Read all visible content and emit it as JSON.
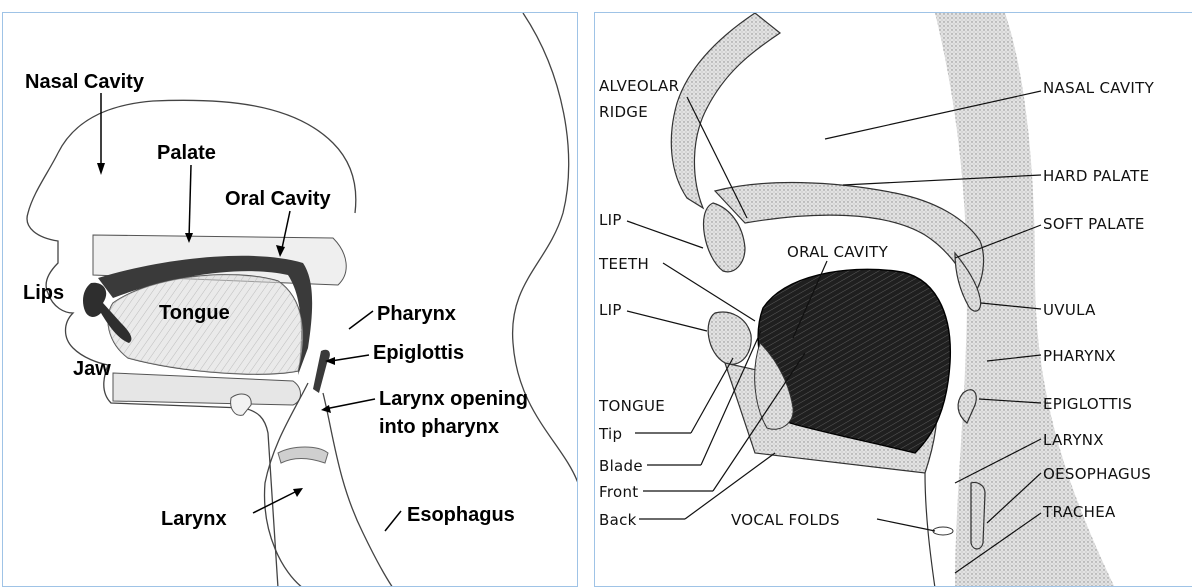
{
  "left_diagram": {
    "labels": {
      "nasal_cavity": "Nasal Cavity",
      "palate": "Palate",
      "oral_cavity": "Oral Cavity",
      "lips": "Lips",
      "tongue": "Tongue",
      "pharynx": "Pharynx",
      "jaw": "Jaw",
      "epiglottis": "Epiglottis",
      "larynx_opening_line1": "Larynx opening",
      "larynx_opening_line2": "into pharynx",
      "larynx": "Larynx",
      "esophagus": "Esophagus"
    }
  },
  "right_diagram": {
    "labels": {
      "alveolar_line1": "ALVEOLAR",
      "alveolar_line2": "RIDGE",
      "nasal_cavity": "NASAL CAVITY",
      "hard_palate": "HARD PALATE",
      "lip_upper": "LIP",
      "soft_palate": "SOFT PALATE",
      "oral_cavity": "ORAL CAVITY",
      "teeth": "TEETH",
      "lip_lower": "LIP",
      "uvula": "UVULA",
      "pharynx": "PHARYNX",
      "tongue": "TONGUE",
      "epiglottis": "EPIGLOTTIS",
      "tip": "Tip",
      "larynx": "LARYNX",
      "blade": "Blade",
      "oesophagus": "OESOPHAGUS",
      "front": "Front",
      "back": "Back",
      "vocal_folds": "VOCAL FOLDS",
      "trachea": "TRACHEA"
    }
  },
  "colors": {
    "panel_border": "#9fc3e6",
    "cavity_dark": "#3a3a3a",
    "tissue_fill": "#dcdcdc"
  }
}
